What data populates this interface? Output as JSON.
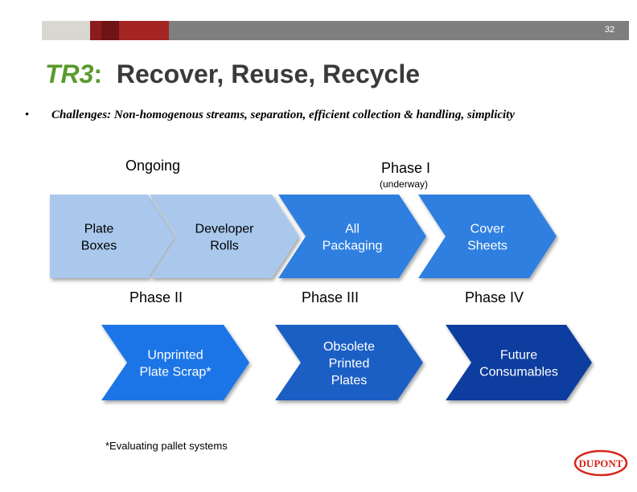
{
  "header": {
    "slide_number": "32",
    "bar_colors": [
      "#d8d8d0",
      "#8a1c1c",
      "#6e1414",
      "#a52525",
      "#7f7f7f"
    ]
  },
  "title": {
    "prefix": "TR3",
    "colon": ":",
    "main": "Recover, Reuse, Recycle"
  },
  "bullet": {
    "glyph": "•",
    "text": "Challenges: Non-homogenous streams, separation, efficient collection & handling, simplicity"
  },
  "phases": {
    "ongoing": "Ongoing",
    "phase1": "Phase I",
    "phase1_note": "(underway)",
    "phase2": "Phase II",
    "phase3": "Phase III",
    "phase4": "Phase IV"
  },
  "chevrons": {
    "row1": [
      {
        "lines": [
          "Plate",
          "Boxes"
        ],
        "color": "#a9c8ec",
        "text_color": "#000000"
      },
      {
        "lines": [
          "Developer",
          "Rolls"
        ],
        "color": "#a9c8ec",
        "text_color": "#000000"
      },
      {
        "lines": [
          "All",
          "Packaging"
        ],
        "color": "#2f7fe0",
        "text_color": "#ffffff"
      },
      {
        "lines": [
          "Cover",
          "Sheets"
        ],
        "color": "#2f7fe0",
        "text_color": "#ffffff"
      }
    ],
    "row2": [
      {
        "lines": [
          "Unprinted",
          "Plate Scrap*"
        ],
        "color": "#1e74e6",
        "text_color": "#ffffff"
      },
      {
        "lines": [
          "Obsolete",
          "Printed",
          "Plates"
        ],
        "color": "#1a5fc4",
        "text_color": "#ffffff"
      },
      {
        "lines": [
          "Future",
          "Consumables"
        ],
        "color": "#0d3e9e",
        "text_color": "#ffffff"
      }
    ]
  },
  "footnote": "*Evaluating pallet systems",
  "logo": {
    "text": "DUPONT",
    "color": "#d6261c"
  }
}
